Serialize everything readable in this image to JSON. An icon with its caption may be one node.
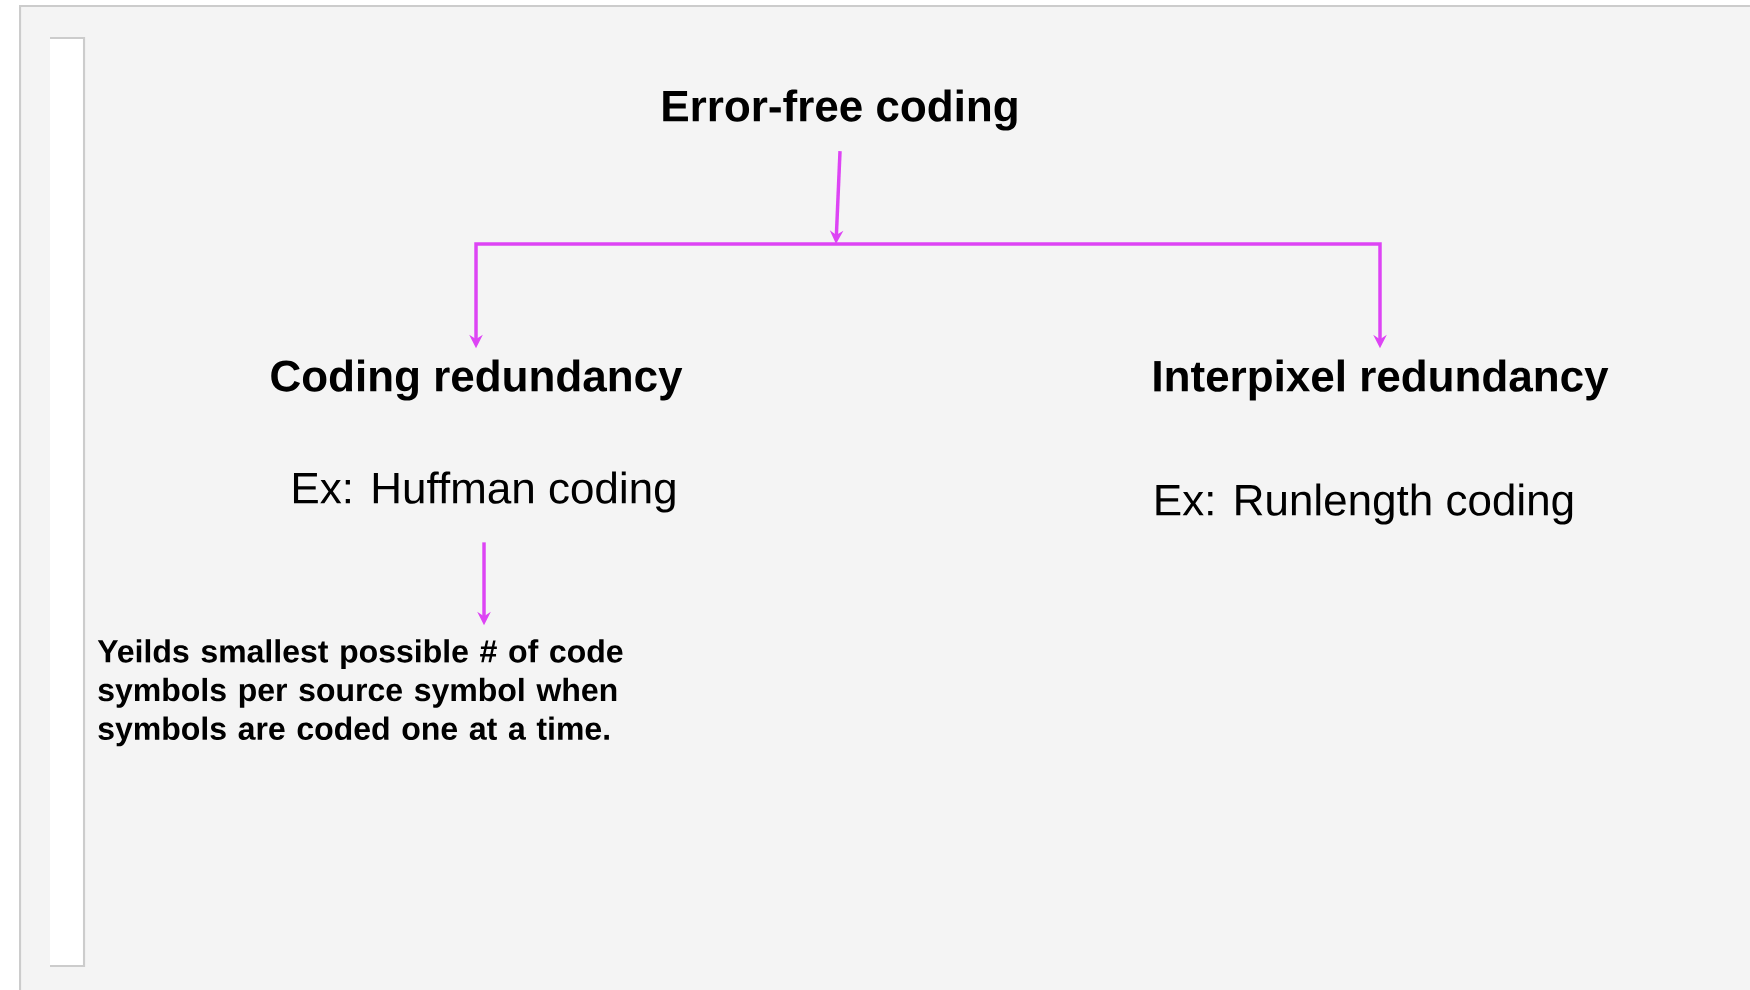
{
  "diagram": {
    "title": "Error-free coding",
    "nodes": [
      {
        "text": [
          "Coding redundancy"
        ]
      },
      {
        "text": [
          "Interpixel redundancy"
        ]
      },
      {
        "text": [
          "Ex: Huffman coding"
        ]
      },
      {
        "text": [
          "Ex: Runlength coding"
        ]
      },
      {
        "text": [
          "Yeilds smallest possible # of code symbols per source symbol when symbols are coded one at a time."
        ]
      }
    ],
    "edges": [
      {
        "from": null,
        "to": 0,
        "arrow": "to"
      },
      {
        "from": null,
        "to": 1,
        "arrow": "to"
      },
      {
        "from": 2,
        "to": 4,
        "arrow": "to"
      }
    ]
  }
}
